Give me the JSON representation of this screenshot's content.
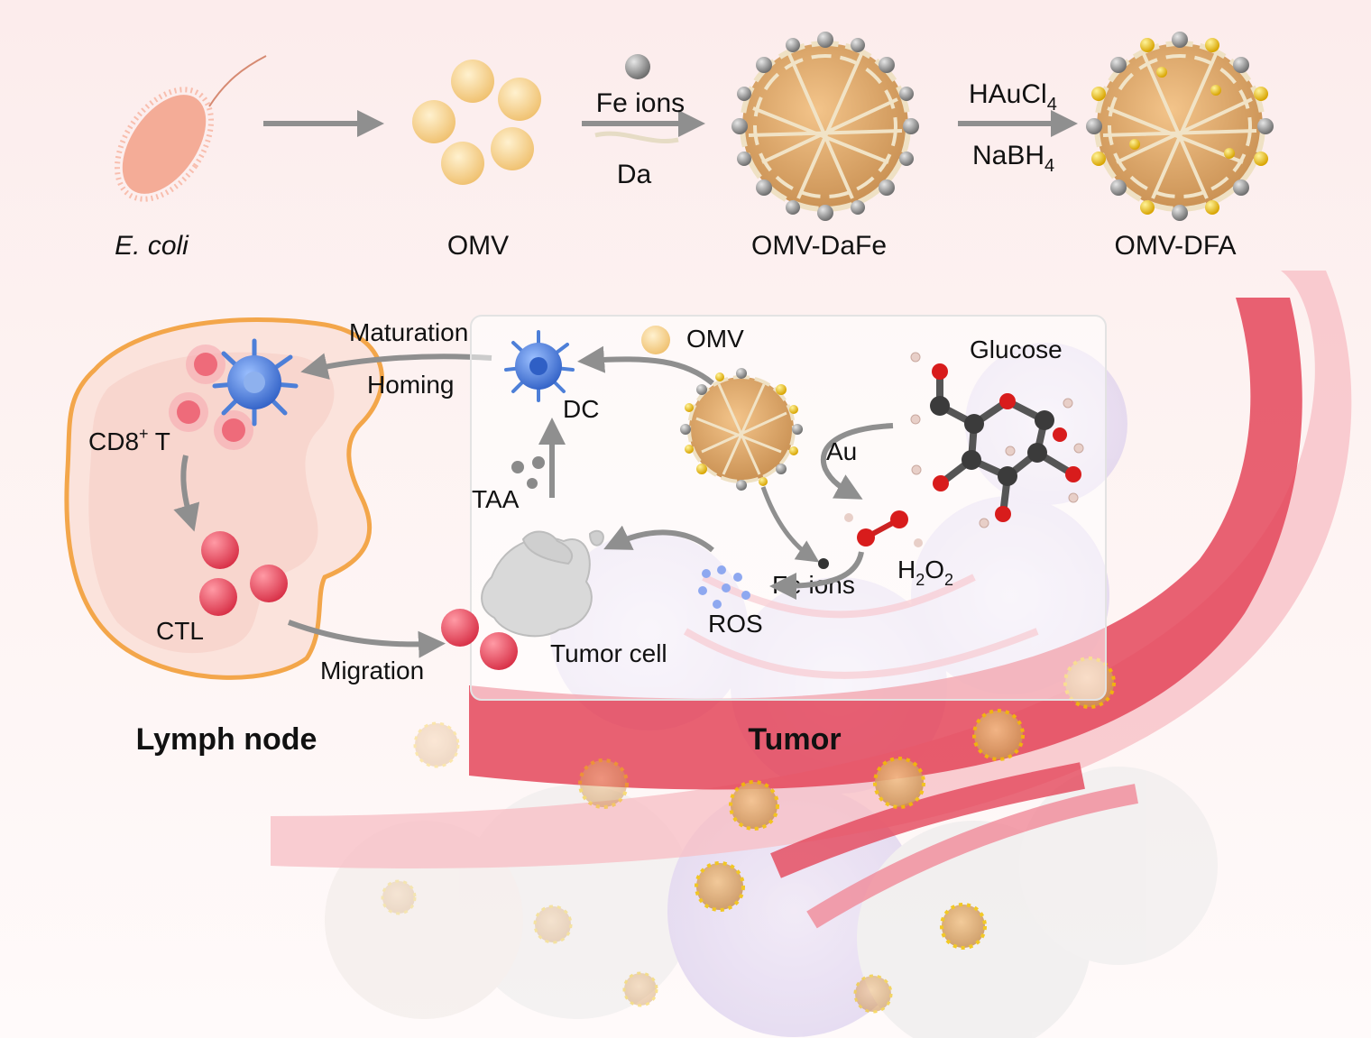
{
  "synthesis": {
    "ecoli": "E. coli",
    "omv": "OMV",
    "reagents_step2": {
      "top": "Fe ions",
      "bottom": "Da"
    },
    "omv_dafe": "OMV-DaFe",
    "reagents_step3": {
      "top_base": "HAuCl",
      "top_sub": "4",
      "bottom_base": "NaBH",
      "bottom_sub": "4"
    },
    "omv_dfa": "OMV-DFA"
  },
  "lymph_node": {
    "title": "Lymph node",
    "cd8_base": "CD8",
    "cd8_sup": "+",
    "cd8_suffix": " T",
    "ctl": "CTL",
    "migration": "Migration"
  },
  "tumor_box": {
    "maturation": "Maturation",
    "homing": "Homing",
    "dc": "DC",
    "omv_legend": "OMV",
    "taa": "TAA",
    "glucose": "Glucose",
    "au": "Au",
    "h2o2": {
      "h": "H",
      "sub1": "2",
      "o": "O",
      "sub2": "2"
    },
    "fe_ions": "Fe ions",
    "ros": "ROS",
    "tumor_cell": "Tumor cell"
  },
  "tumor_title": "Tumor",
  "colors": {
    "arrow": "#8f8f8f",
    "omv": "#f4c77d",
    "gold": "#f2c200",
    "iron": "#9a9a9a",
    "dc": "#4d7fd8",
    "tcell": "#e74c5e",
    "vessel": "#e4465a",
    "node_border": "#f3a64a"
  }
}
